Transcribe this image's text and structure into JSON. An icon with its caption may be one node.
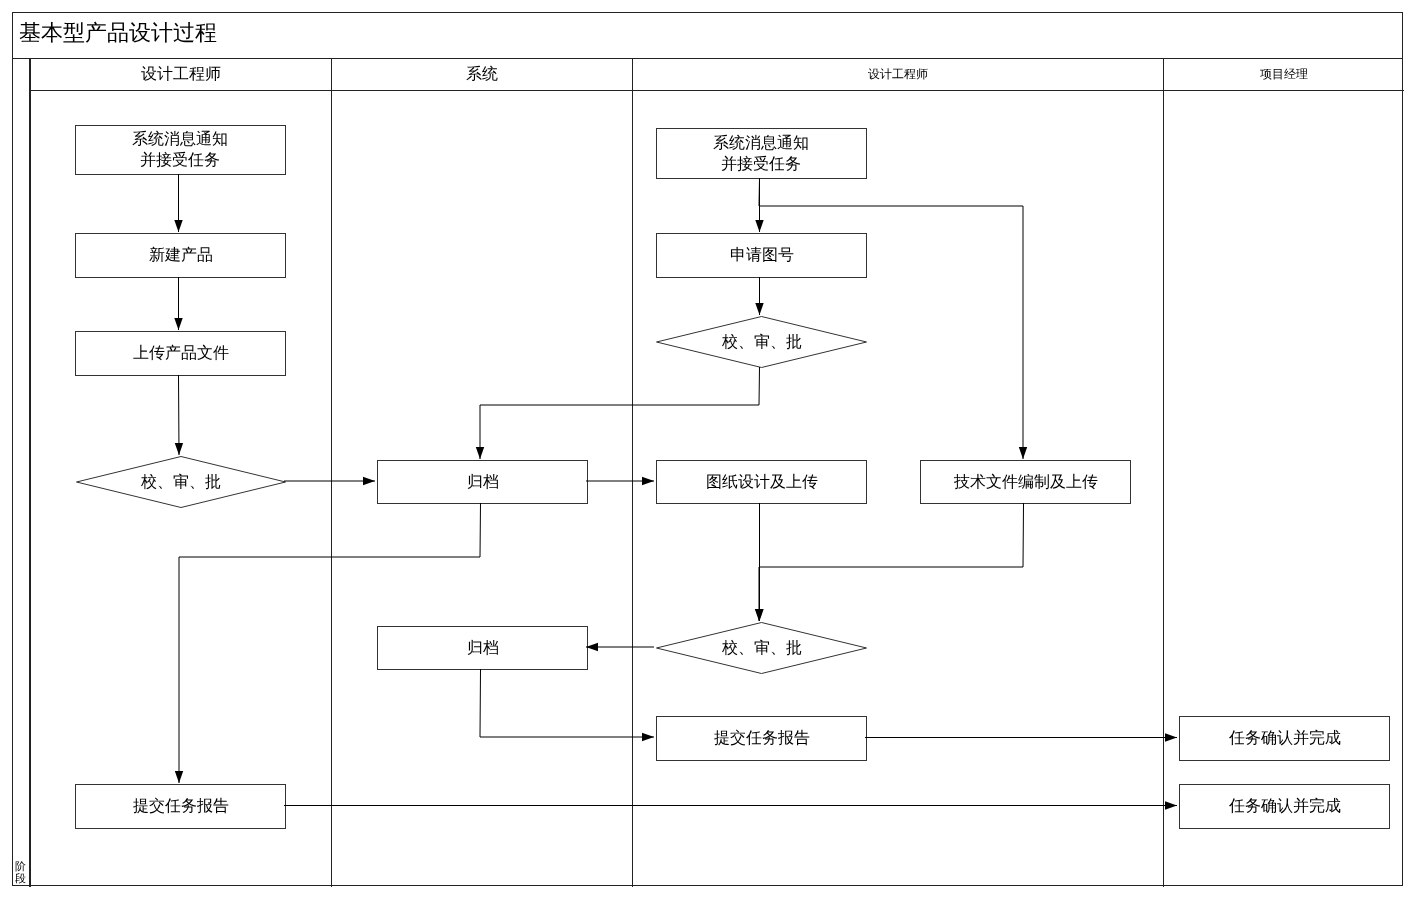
{
  "diagram": {
    "nodes": [
      {
        "text": [
          "基本型产品设计过程"
        ]
      },
      {
        "text": [
          "阶段"
        ],
        "in": 0
      },
      {
        "text": [
          "设计工程师"
        ],
        "in": 0
      },
      {
        "text": [
          "系统"
        ],
        "in": 0
      },
      {
        "text": [
          "设计工程师"
        ],
        "in": 0
      },
      {
        "text": [
          "项目经理"
        ],
        "in": 0
      },
      {
        "text": [
          "系统消息通知并接受任务"
        ],
        "in": 2
      },
      {
        "text": [
          "新建产品"
        ],
        "in": 2
      },
      {
        "text": [
          "上传产品文件"
        ],
        "in": 2
      },
      {
        "text": [
          "校、审、批"
        ],
        "in": 2
      },
      {
        "text": [
          "提交任务报告"
        ],
        "in": 2
      },
      {
        "text": [
          "归档"
        ],
        "in": 3
      },
      {
        "text": [
          "归档"
        ],
        "in": 3
      },
      {
        "text": [
          "系统消息通知并接受任务"
        ],
        "in": 4
      },
      {
        "text": [
          "申请图号"
        ],
        "in": 4
      },
      {
        "text": [
          "校、审、批"
        ],
        "in": 4
      },
      {
        "text": [
          "图纸设计及上传"
        ],
        "in": 4
      },
      {
        "text": [
          "技术文件编制及上传"
        ],
        "in": 4
      },
      {
        "text": [
          "校、审、批"
        ],
        "in": 4
      },
      {
        "text": [
          "提交任务报告"
        ],
        "in": 4
      },
      {
        "text": [
          "任务确认并完成"
        ],
        "in": 5
      },
      {
        "text": [
          "任务确认并完成"
        ],
        "in": 5
      }
    ],
    "edges": [
      {
        "from": 6,
        "to": 7,
        "arrow": "to"
      },
      {
        "from": 7,
        "to": 8,
        "arrow": "to"
      },
      {
        "from": 8,
        "to": 9,
        "arrow": "to"
      },
      {
        "from": 9,
        "to": 11,
        "arrow": "to"
      },
      {
        "from": 11,
        "to": 16,
        "arrow": "to"
      },
      {
        "from": 11,
        "to": 10,
        "arrow": "to"
      },
      {
        "from": 13,
        "to": 14,
        "arrow": "to"
      },
      {
        "from": 13,
        "to": 17,
        "arrow": "to"
      },
      {
        "from": 14,
        "to": 15,
        "arrow": "to"
      },
      {
        "from": 15,
        "to": 11,
        "arrow": "to"
      },
      {
        "from": 16,
        "to": 18,
        "arrow": "to"
      },
      {
        "from": 17,
        "to": 18,
        "arrow": "to"
      },
      {
        "from": 18,
        "to": 12,
        "arrow": "to"
      },
      {
        "from": 12,
        "to": 19,
        "arrow": "to"
      },
      {
        "from": 19,
        "to": 20,
        "arrow": "to"
      },
      {
        "from": 10,
        "to": 21,
        "arrow": "to"
      }
    ]
  }
}
